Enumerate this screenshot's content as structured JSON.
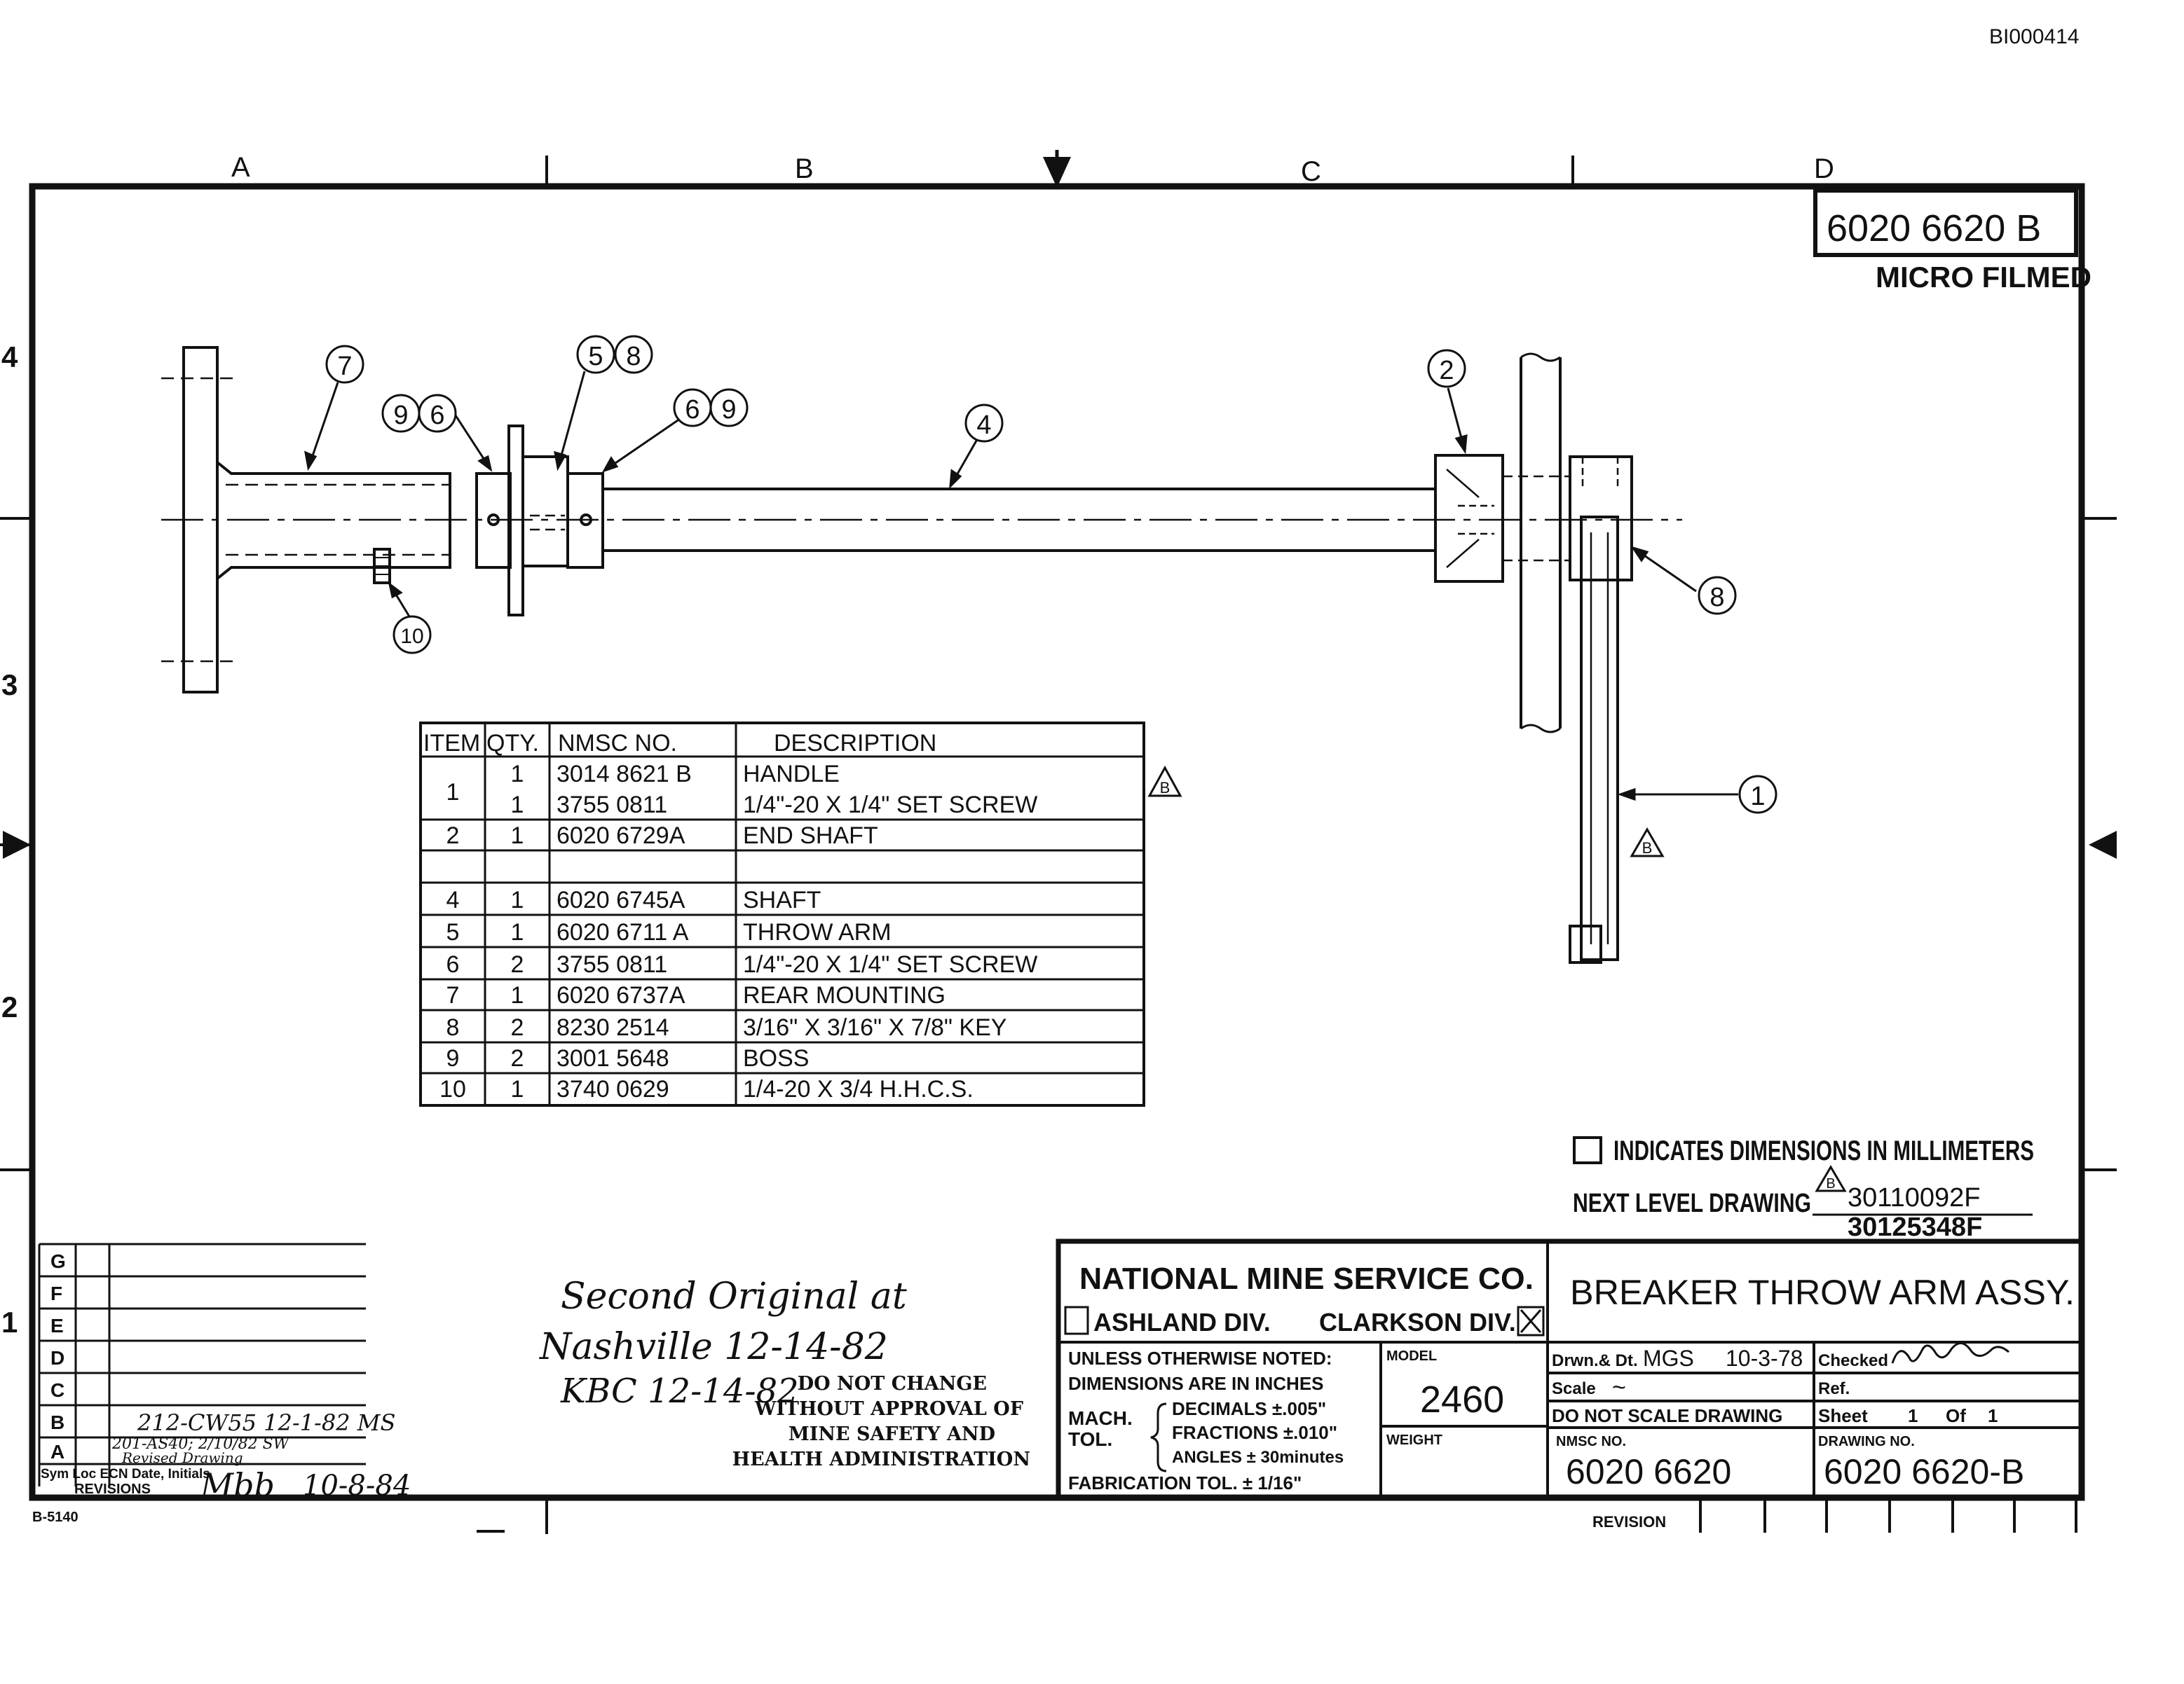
{
  "doc_id": "BI000414",
  "zones": {
    "cols": [
      "A",
      "B",
      "C",
      "D"
    ],
    "rows": [
      "4",
      "3",
      "2",
      "1"
    ]
  },
  "stamp_number": "6020 6620 B",
  "micro_filmed": "MICRO FILMED",
  "callouts": [
    "7",
    "5",
    "8",
    "9",
    "6",
    "6",
    "9",
    "4",
    "2",
    "8",
    "10",
    "1"
  ],
  "bom": {
    "headers": [
      "ITEM",
      "QTY.",
      "NMSC NO.",
      "DESCRIPTION"
    ],
    "rows": [
      {
        "item": "1",
        "qty": "1",
        "no": "3014 8621 B",
        "desc": "HANDLE"
      },
      {
        "item": "",
        "qty": "1",
        "no": "3755 0811",
        "desc": "1/4\"-20 X 1/4\" SET SCREW"
      },
      {
        "item": "2",
        "qty": "1",
        "no": "6020 6729A",
        "desc": "END SHAFT"
      },
      {
        "item": "",
        "qty": "",
        "no": "",
        "desc": ""
      },
      {
        "item": "4",
        "qty": "1",
        "no": "6020 6745A",
        "desc": "SHAFT"
      },
      {
        "item": "5",
        "qty": "1",
        "no": "6020 6711 A",
        "desc": "THROW ARM"
      },
      {
        "item": "6",
        "qty": "2",
        "no": "3755 0811",
        "desc": "1/4\"-20 X 1/4\" SET SCREW"
      },
      {
        "item": "7",
        "qty": "1",
        "no": "6020 6737A",
        "desc": "REAR MOUNTING"
      },
      {
        "item": "8",
        "qty": "2",
        "no": "8230 2514",
        "desc": "3/16\" X 3/16\" X 7/8\" KEY"
      },
      {
        "item": "9",
        "qty": "2",
        "no": "3001 5648",
        "desc": "BOSS"
      },
      {
        "item": "10",
        "qty": "1",
        "no": "3740 0629",
        "desc": "1/4-20 X 3/4 H.H.C.S."
      }
    ]
  },
  "rev_marker": "B",
  "mm_note": "INDICATES DIMENSIONS IN MILLIMETERS",
  "next_level_label": "NEXT LEVEL DRAWING",
  "next_level_1": "30110092F",
  "next_level_2": "30125348F",
  "revisions": {
    "letters": [
      "G",
      "F",
      "E",
      "D",
      "C",
      "B",
      "A"
    ],
    "b_entry": "212-CW55 12-1-82 MS",
    "a_entry": "201-AS40; 2/10/82 SW",
    "a_entry2": "Revised Drawing",
    "header": "Sym Loc ECN Date, Initials",
    "label": "REVISIONS",
    "initials": "Mbb",
    "date": "10-8-84"
  },
  "form_no": "B-5140",
  "handwritten": {
    "line1": "Second Original at",
    "line2": "Nashville 12-14-82",
    "line3": "KBC 12-14-82"
  },
  "approval": [
    "DO NOT CHANGE",
    "WITHOUT APPROVAL OF",
    "MINE SAFETY AND",
    "HEALTH ADMINISTRATION"
  ],
  "title_block": {
    "company": "NATIONAL MINE SERVICE CO.",
    "ashland": "ASHLAND DIV.",
    "clarkson": "CLARKSON DIV.",
    "title": "BREAKER THROW ARM ASSY.",
    "unless": "UNLESS OTHERWISE NOTED:",
    "dims": "DIMENSIONS ARE IN INCHES",
    "mach": "MACH.",
    "tol": "TOL.",
    "decimals": "DECIMALS ±.005\"",
    "fractions": "FRACTIONS ±.010\"",
    "angles": "ANGLES ± 30minutes",
    "fab": "FABRICATION TOL. ± 1/16\"",
    "model_label": "MODEL",
    "model": "2460",
    "weight_label": "WEIGHT",
    "drawn_label": "Drwn.& Dt.",
    "drawn_by": "MGS",
    "drawn_date": "10-3-78",
    "checked_label": "Checked",
    "scale_label": "Scale",
    "scale_val": "~",
    "ref_label": "Ref.",
    "dns": "DO NOT SCALE DRAWING",
    "sheet_label": "Sheet",
    "sheet_num": "1",
    "of_label": "Of",
    "of_num": "1",
    "nmsc_label": "NMSC NO.",
    "nmsc_no": "6020 6620",
    "drawing_label": "DRAWING NO.",
    "drawing_no": "6020 6620-B",
    "revision_label": "REVISION"
  }
}
